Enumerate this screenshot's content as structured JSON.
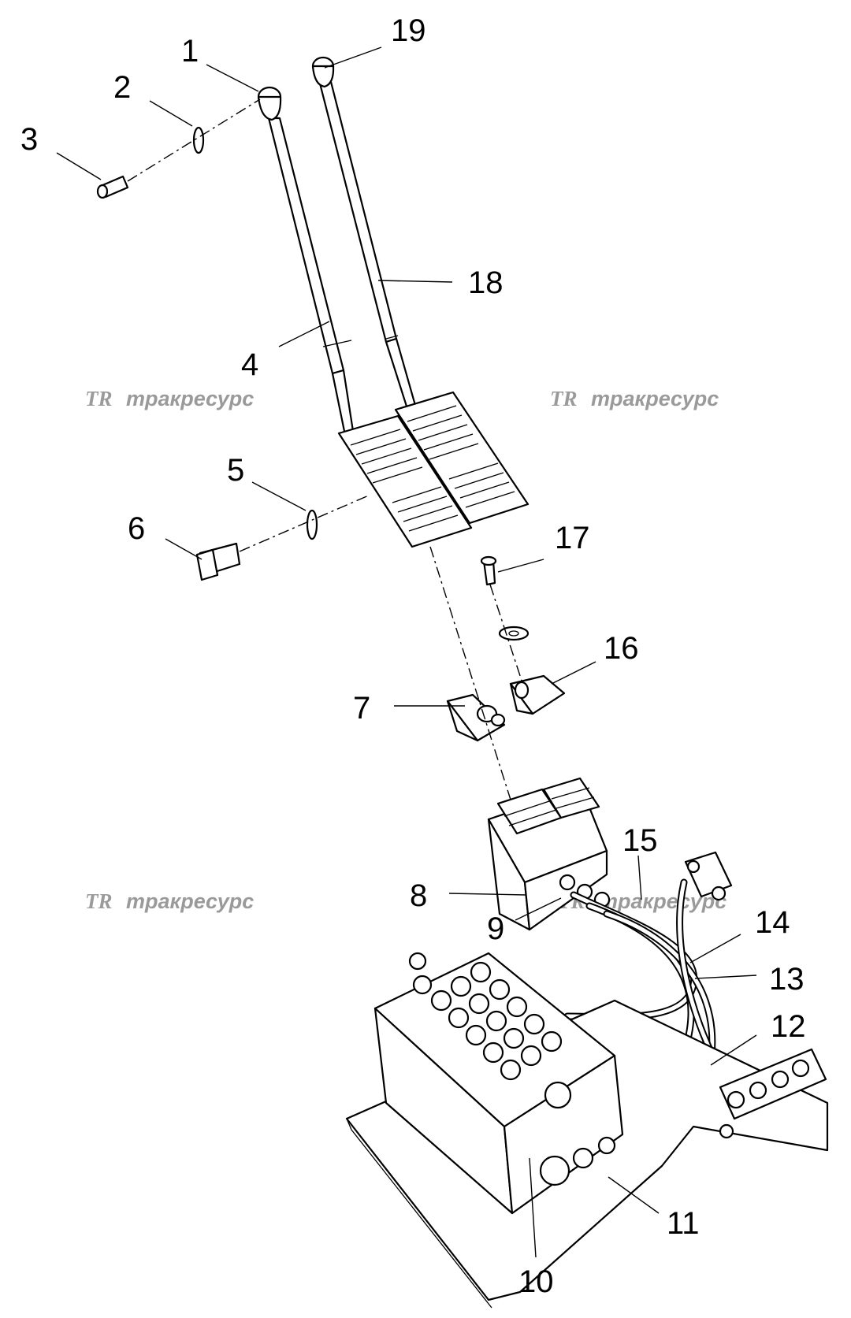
{
  "diagram": {
    "callouts": [
      {
        "id": "1",
        "label": "1"
      },
      {
        "id": "2",
        "label": "2"
      },
      {
        "id": "3",
        "label": "3"
      },
      {
        "id": "4",
        "label": "4"
      },
      {
        "id": "5",
        "label": "5"
      },
      {
        "id": "6",
        "label": "6"
      },
      {
        "id": "7",
        "label": "7"
      },
      {
        "id": "8",
        "label": "8"
      },
      {
        "id": "9",
        "label": "9"
      },
      {
        "id": "10",
        "label": "10"
      },
      {
        "id": "11",
        "label": "11"
      },
      {
        "id": "12",
        "label": "12"
      },
      {
        "id": "13",
        "label": "13"
      },
      {
        "id": "14",
        "label": "14"
      },
      {
        "id": "15",
        "label": "15"
      },
      {
        "id": "16",
        "label": "16"
      },
      {
        "id": "17",
        "label": "17"
      },
      {
        "id": "18",
        "label": "18"
      },
      {
        "id": "19",
        "label": "19"
      }
    ]
  },
  "watermark": {
    "logo": "TR",
    "text": "тракресурс",
    "color": "#9a9a9a"
  }
}
